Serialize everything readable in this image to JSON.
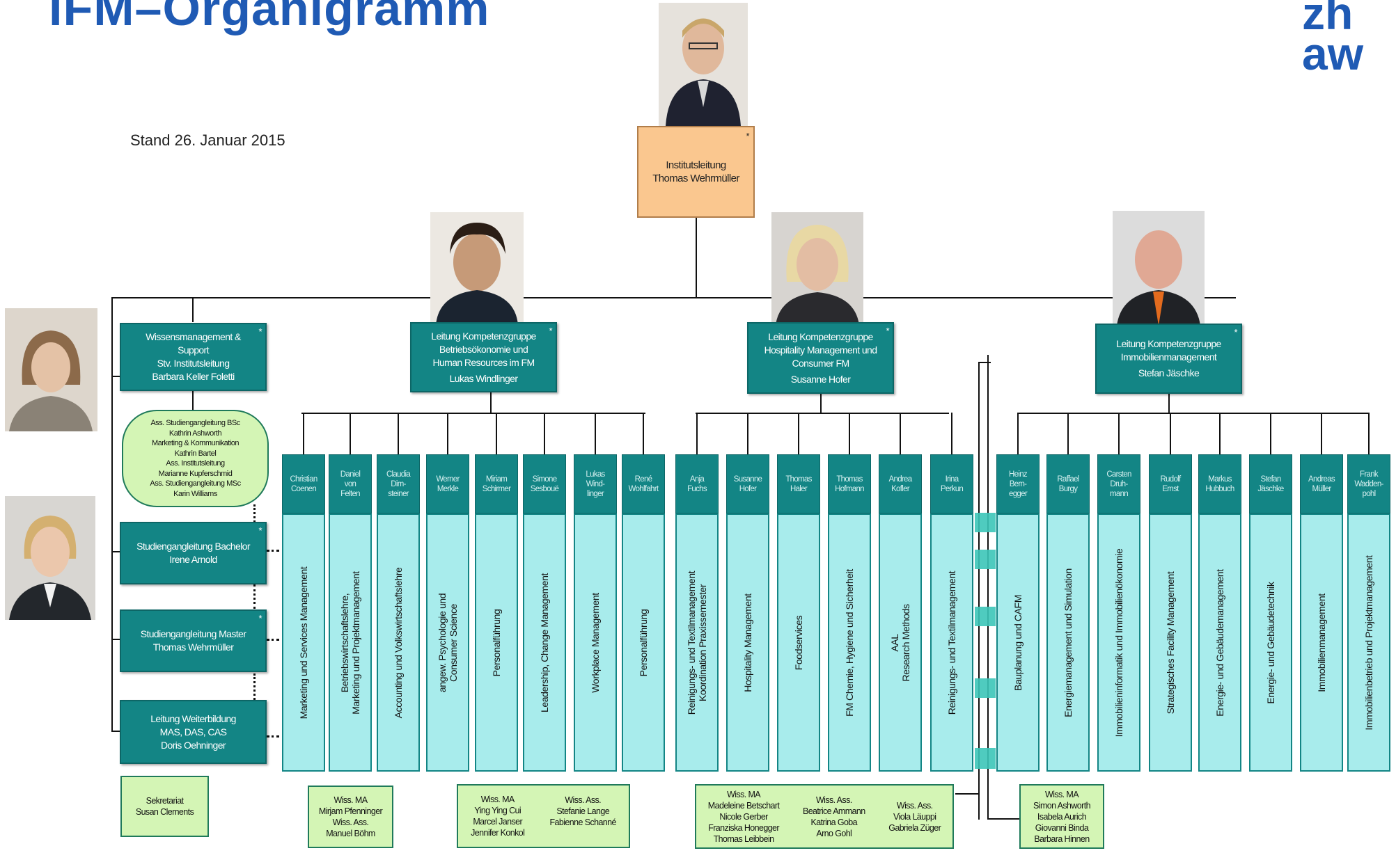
{
  "title": {
    "part1": "IFM",
    "part2": "Organigramm"
  },
  "logo": {
    "line1": "zh",
    "line2": "aw"
  },
  "date": "Stand 26. Januar 2015",
  "head": {
    "role": "Institutsleitung",
    "name": "Thomas Wehrmüller",
    "star": "*"
  },
  "support": [
    {
      "lines": [
        "Wissensmanagement &",
        "Support",
        "Stv. Institutsleitung",
        "Barbara Keller Foletti"
      ],
      "star": "*"
    },
    {
      "lines": [
        "Studiengangleitung Bachelor",
        "Irene Arnold"
      ],
      "star": "*"
    },
    {
      "lines": [
        "Studiengangleitung Master",
        "Thomas Wehrmüller"
      ],
      "star": "*"
    },
    {
      "lines": [
        "Leitung Weiterbildung",
        "MAS, DAS, CAS",
        "Doris Oehninger"
      ],
      "star": ""
    }
  ],
  "oval": [
    "Ass. Studiengangleitung BSc",
    "Kathrin Ashworth",
    "Marketing & Kommunikation",
    "Kathrin Bartel",
    "Ass. Institutsleitung",
    "Marianne Kupferschmid",
    "Ass. Studiengangleitung MSc",
    "Karin Williams"
  ],
  "sekretariat": [
    "Sekretariat",
    "Susan Clements"
  ],
  "groups": [
    {
      "lines": [
        "Leitung Kompetenzgruppe",
        "Betriebsökonomie und",
        "Human Resources im FM",
        "Lukas Windlinger"
      ],
      "star": "*"
    },
    {
      "lines": [
        "Leitung Kompetenzgruppe",
        "Hospitality Management und",
        "Consumer FM",
        "Susanne Hofer"
      ],
      "star": "*"
    },
    {
      "lines": [
        "Leitung Kompetenzgruppe",
        "Immobilienmanagement",
        "Stefan Jäschke"
      ],
      "star": "*"
    }
  ],
  "columns": [
    {
      "name": [
        "Christian",
        "Coenen"
      ],
      "topic": [
        "Marketing und Services Management"
      ]
    },
    {
      "name": [
        "Daniel",
        "von",
        "Felten"
      ],
      "topic": [
        "Betriebswirtschaftslehre,",
        "Marketing und Projektmanagement"
      ]
    },
    {
      "name": [
        "Claudia",
        "Dim-",
        "steiner"
      ],
      "topic": [
        "Accounting und Volkswirtschaftslehre"
      ]
    },
    {
      "name": [
        "Werner",
        "Merkle"
      ],
      "topic": [
        "angew. Psychologie und",
        "Consumer Science"
      ]
    },
    {
      "name": [
        "Miriam",
        "Schirmer"
      ],
      "topic": [
        "Personalführung"
      ]
    },
    {
      "name": [
        "Simone",
        "Sesbouë"
      ],
      "topic": [
        "Leadership, Change Management"
      ]
    },
    {
      "name": [
        "Lukas",
        "Wind-",
        "linger"
      ],
      "topic": [
        "Workplace Management"
      ]
    },
    {
      "name": [
        "René",
        "Wohlfahrt"
      ],
      "topic": [
        "Personalführung"
      ]
    },
    {
      "name": [
        "Anja",
        "Fuchs"
      ],
      "topic": [
        "Reinigungs- und Textilmanagement",
        "Koordination Praxissemester"
      ]
    },
    {
      "name": [
        "Susanne",
        "Hofer"
      ],
      "topic": [
        "Hospitality Management"
      ]
    },
    {
      "name": [
        "Thomas",
        "Haler"
      ],
      "topic": [
        "Foodservices"
      ]
    },
    {
      "name": [
        "Thomas",
        "Hofmann"
      ],
      "topic": [
        "FM Chemie, Hygiene und Sicherheit"
      ]
    },
    {
      "name": [
        "Andrea",
        "Kofler"
      ],
      "topic": [
        "AAL",
        "Research Methods"
      ]
    },
    {
      "name": [
        "Irina",
        "Perkun"
      ],
      "topic": [
        "Reinigungs- und Textilmanagement"
      ]
    },
    {
      "name": [
        "Heinz",
        "Bern-",
        "egger"
      ],
      "topic": [
        "Bauplanung und CAFM"
      ]
    },
    {
      "name": [
        "Raffael",
        "Burgy"
      ],
      "topic": [
        "Energiemanagement und Simulation"
      ]
    },
    {
      "name": [
        "Carsten",
        "Druh-",
        "mann"
      ],
      "topic": [
        "Immobilieninformatik und Immobilienökonomie"
      ]
    },
    {
      "name": [
        "Rudolf",
        "Ernst"
      ],
      "topic": [
        "Strategisches Facility Management"
      ]
    },
    {
      "name": [
        "Markus",
        "Hubbuch"
      ],
      "topic": [
        "Energie- und Gebäudemanagement"
      ]
    },
    {
      "name": [
        "Stefan",
        "Jäschke"
      ],
      "topic": [
        "Energie- und Gebäudetechnik"
      ]
    },
    {
      "name": [
        "Andreas",
        "Müller"
      ],
      "topic": [
        "Immobilienmanagement"
      ]
    },
    {
      "name": [
        "Frank",
        "Wadden-",
        "pohl"
      ],
      "topic": [
        "Immobilienbetrieb und Projektmanagement"
      ]
    }
  ],
  "staff_boxes": [
    {
      "groups": [
        [
          "Wiss. MA",
          "Mirjam Pfenninger",
          "Wiss. Ass.",
          "Manuel Böhm"
        ]
      ]
    },
    {
      "groups": [
        [
          "Wiss. MA",
          "Ying Ying Cui",
          "Marcel Janser",
          "Jennifer Konkol"
        ],
        [
          "Wiss. Ass.",
          "Stefanie Lange",
          "Fabienne Schanné"
        ]
      ]
    },
    {
      "groups": [
        [
          "Wiss. MA",
          "Madeleine Betschart",
          "Nicole Gerber",
          "Franziska Honegger",
          "Thomas Leibbein"
        ],
        [
          "Wiss. Ass.",
          "Beatrice Ammann",
          "Katrina Goba",
          "Arno Gohl"
        ],
        [
          "Wiss. Ass.",
          "Viola Läuppi",
          "Gabriela Züger"
        ]
      ]
    },
    {
      "groups": [
        [
          "Wiss. MA",
          "Simon Ashworth",
          "Isabela Aurich",
          "Giovanni Binda",
          "Barbara Hinnen"
        ]
      ]
    }
  ],
  "icons": [
    "portrait-head",
    "portrait-group1",
    "portrait-group2",
    "portrait-group3",
    "portrait-support1",
    "portrait-support2"
  ],
  "colors": {
    "teal": "#138585",
    "light_teal": "#a8ecec",
    "head_orange": "#fac78f",
    "green": "#d4f5b5",
    "title_blue": "#1f5ab4"
  }
}
